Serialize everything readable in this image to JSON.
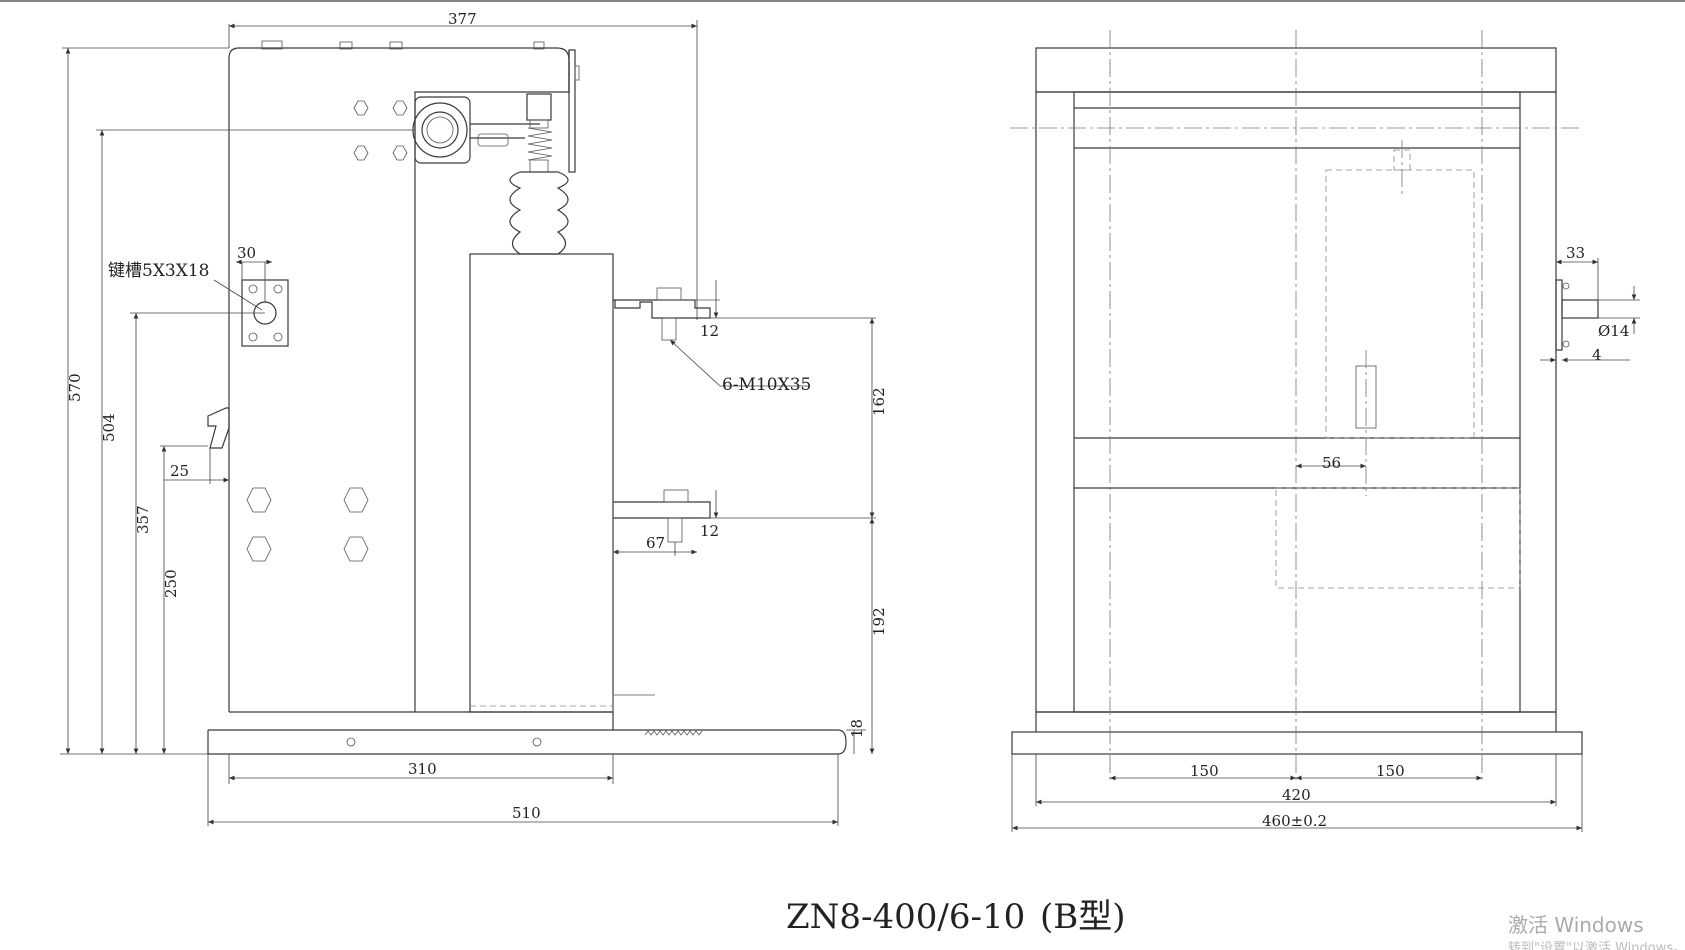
{
  "title": {
    "model": "ZN8-400/6-10",
    "variant": "(B型)"
  },
  "front_view": {
    "dims": {
      "top_width": "377",
      "keyway_offset": "30",
      "keyway_label": "键槽5X3X18",
      "bolt_label": "6-M10X35",
      "h570": "570",
      "h504": "504",
      "h357": "357",
      "h250": "250",
      "handle_offset": "25",
      "terminal_t1": "12",
      "terminal_t2": "12",
      "spacing_162": "162",
      "spacing_192": "192",
      "terminal_reach": "67",
      "base_thickness": "18",
      "base_310": "310",
      "base_510": "510"
    }
  },
  "side_view": {
    "dims": {
      "shaft_len": "33",
      "shaft_dia": "Ø14",
      "shaft_key": "4",
      "center_56": "56",
      "span_left": "150",
      "span_right": "150",
      "inner_width": "420",
      "outer_width": "460±0.2"
    }
  },
  "watermark": {
    "line1": "激活 Windows",
    "line2": "转到\"设置\"以激活 Windows。"
  }
}
